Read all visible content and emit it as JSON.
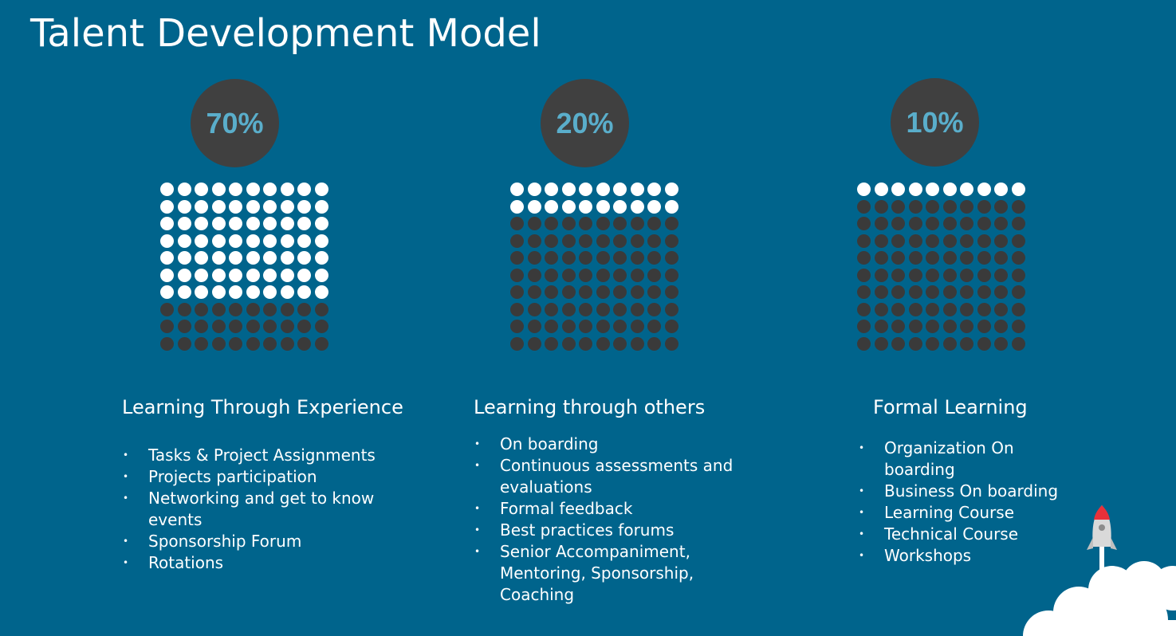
{
  "title": "Talent Development Model",
  "colors": {
    "background": "#00648c",
    "circle": "#404040",
    "percent_text": "#5aaecb",
    "dot_filled": "#ffffff",
    "dot_empty": "#3a3a3a",
    "rocket_nose": "#e8313a"
  },
  "columns": [
    {
      "percent": "70%",
      "filled_dots": 70,
      "total_dots": 100,
      "heading": "Learning Through Experience",
      "items": [
        "Tasks & Project Assignments",
        "Projects participation",
        "Networking and get to know events",
        "Sponsorship Forum",
        "Rotations"
      ]
    },
    {
      "percent": "20%",
      "filled_dots": 20,
      "total_dots": 100,
      "heading": "Learning through others",
      "items": [
        "On boarding",
        "Continuous assessments and evaluations",
        "Formal feedback",
        "Best practices forums",
        "Senior Accompaniment, Mentoring, Sponsorship,  Coaching"
      ]
    },
    {
      "percent": "10%",
      "filled_dots": 10,
      "total_dots": 100,
      "heading": "Formal Learning",
      "items": [
        "Organization On boarding",
        "Business On boarding",
        "Learning Course",
        "Technical Course",
        "Workshops"
      ]
    }
  ],
  "decoration": {
    "icon": "rocket-icon"
  }
}
